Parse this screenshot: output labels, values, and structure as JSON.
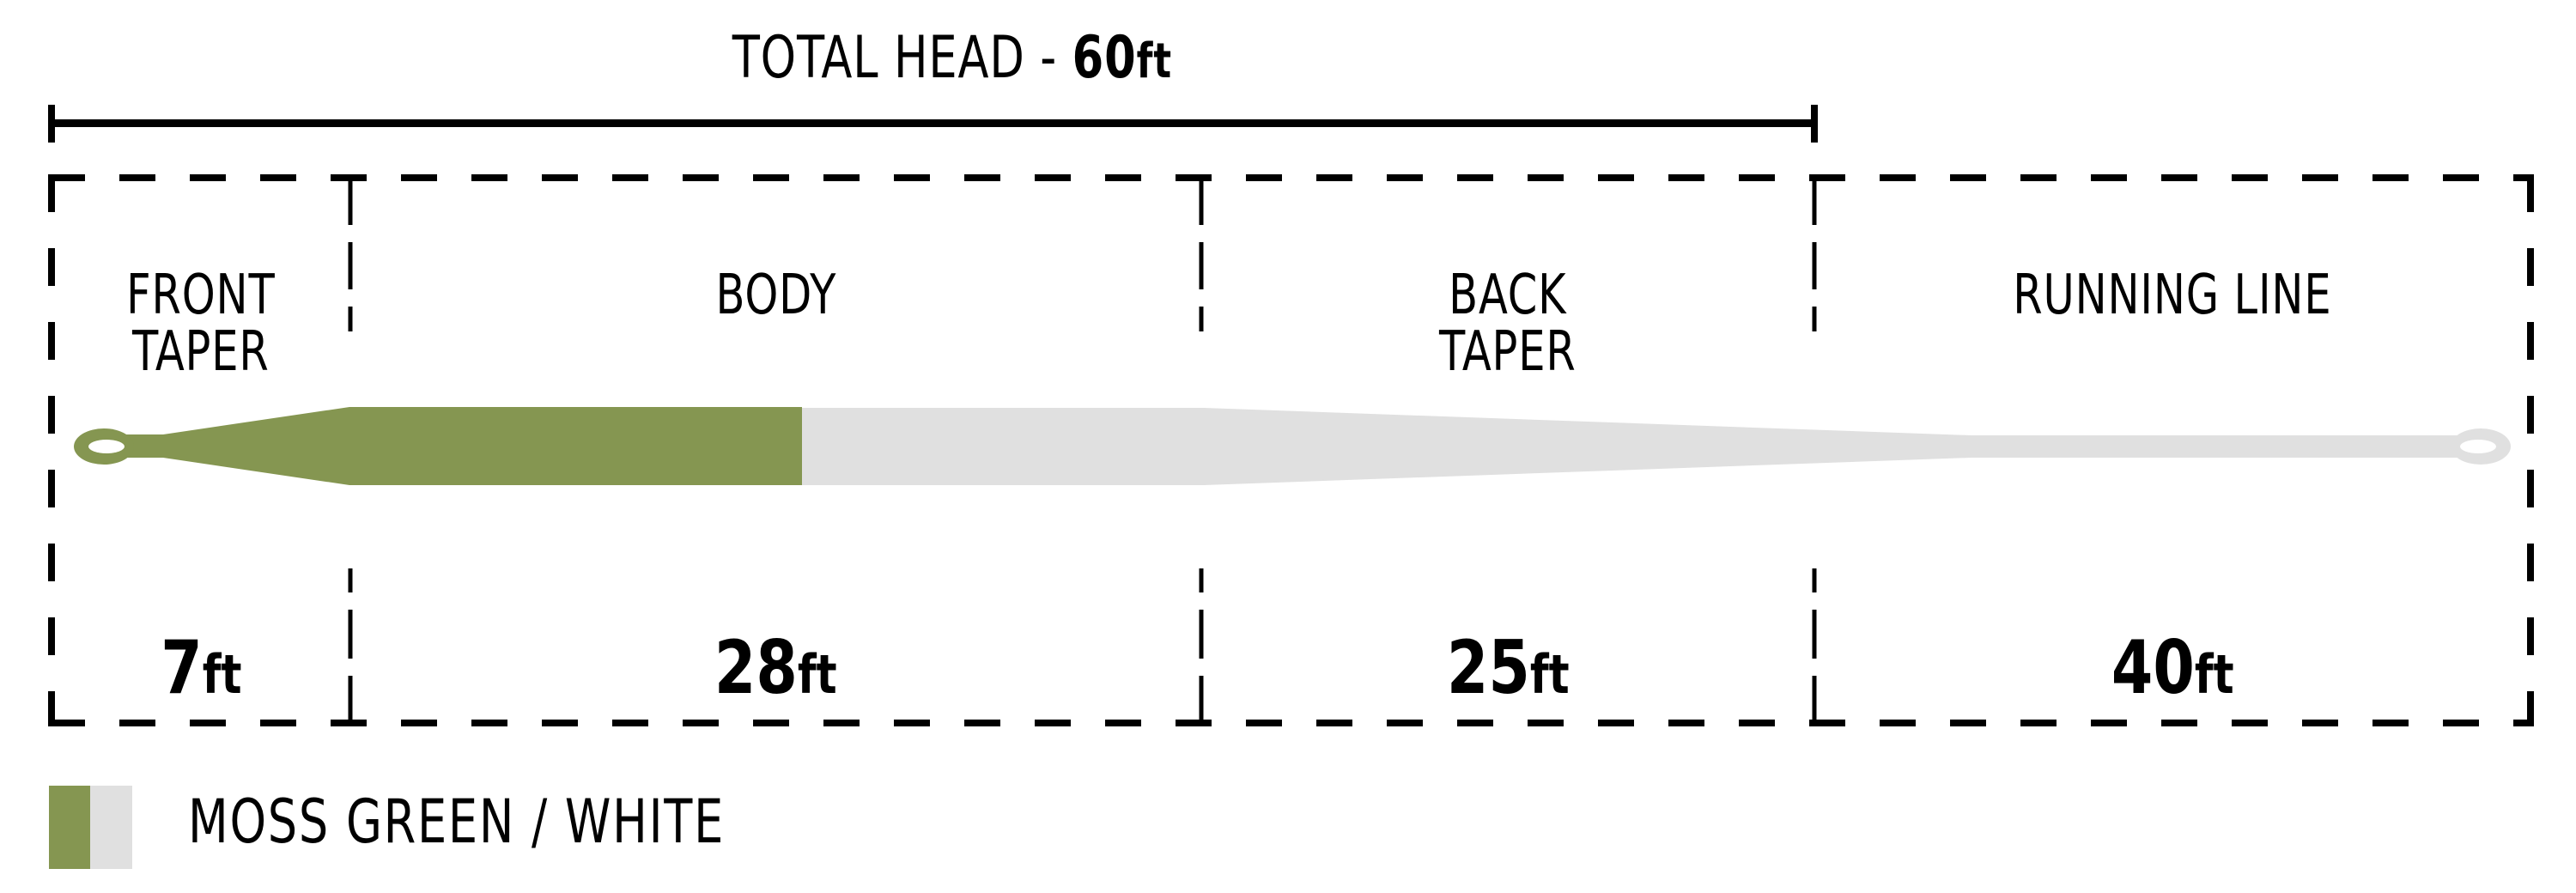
{
  "header": {
    "title_prefix": "TOTAL HEAD - ",
    "title_value": "60",
    "title_unit": "ft"
  },
  "segments": [
    {
      "label": "FRONT\nTAPER",
      "length_value": "7",
      "length_unit": "ft"
    },
    {
      "label": "BODY",
      "length_value": "28",
      "length_unit": "ft"
    },
    {
      "label": "BACK\nTAPER",
      "length_value": "25",
      "length_unit": "ft"
    },
    {
      "label": "RUNNING LINE",
      "length_value": "40",
      "length_unit": "ft"
    }
  ],
  "legend": {
    "label": "MOSS GREEN / WHITE",
    "colors": [
      "#859651",
      "#e0e0e0"
    ]
  },
  "colors": {
    "head_color": "#859651",
    "running_color": "#e0e0e0",
    "line_color": "#000000"
  },
  "chart_data": {
    "type": "taper-profile",
    "title": "TOTAL HEAD - 60ft",
    "total_head_ft": 60,
    "segments": [
      {
        "name": "Front Taper",
        "length_ft": 7
      },
      {
        "name": "Body",
        "length_ft": 28
      },
      {
        "name": "Back Taper",
        "length_ft": 25
      },
      {
        "name": "Running Line",
        "length_ft": 40
      }
    ],
    "color_scheme": "MOSS GREEN / WHITE"
  }
}
